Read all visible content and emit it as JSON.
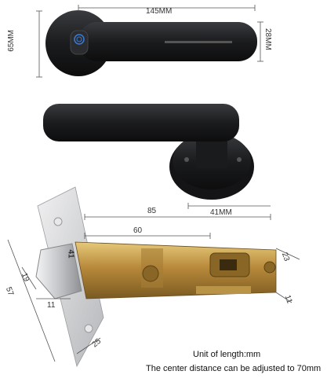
{
  "dimensions": {
    "handle_length": "145MM",
    "rose_diameter": "65MM",
    "handle_height": "28MM",
    "latch_total": "85",
    "latch_backset": "41MM",
    "latch_body": "60",
    "latch_bolt_height": "23",
    "latch_bolt_depth": "11",
    "faceplate_height": "57",
    "faceplate_width": "25",
    "bolt_height": "19",
    "bolt_depth": "11",
    "bolt_label": "41"
  },
  "captions": {
    "unit": "Unit of length:mm",
    "adjust": "The center distance can be adjusted to 70mm"
  },
  "colors": {
    "lock_body": "#1e1f21",
    "brass": "#c9a24a",
    "chrome": "#d9dadc",
    "sensor_ring": "#3a7bd5",
    "dimension_line": "#555555"
  }
}
